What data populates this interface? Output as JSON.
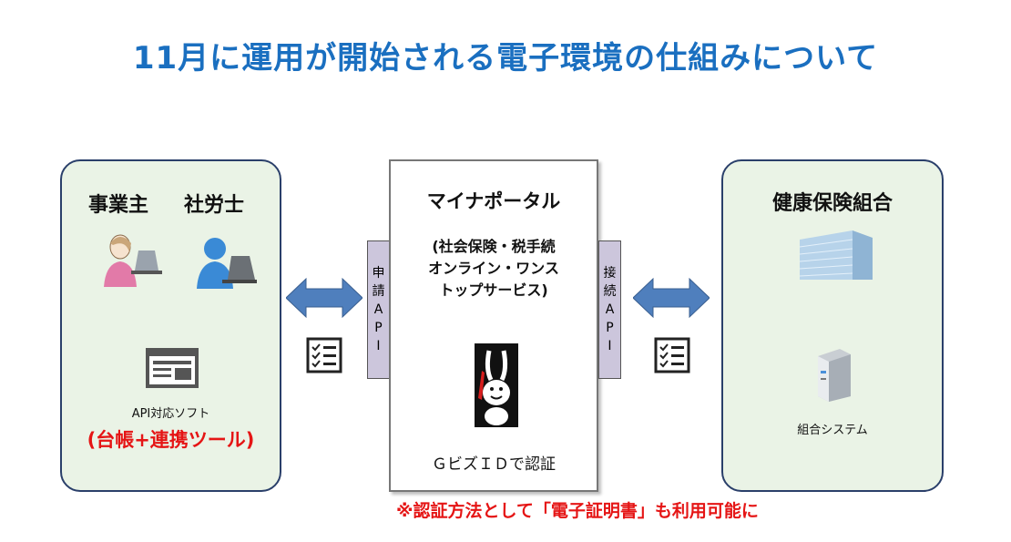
{
  "title": "11月に運用が開始される電子環境の仕組みについて",
  "left": {
    "employer": "事業主",
    "sharoushi": "社労士",
    "software_label": "API対応ソフト",
    "tool_label": "(台帳+連携ツール)"
  },
  "center": {
    "title": "マイナポータル",
    "subtitle_lines": [
      "(社会保険・税手続",
      "オンライン・ワンス",
      "トップサービス)"
    ],
    "auth": "ＧビズＩＤで認証"
  },
  "api_left": [
    "申",
    "請",
    "A",
    "P",
    "I"
  ],
  "api_right": [
    "接",
    "続",
    "A",
    "P",
    "I"
  ],
  "right": {
    "title": "健康保険組合",
    "system_label": "組合システム"
  },
  "note": "※認証方法として「電子証明書」も利用可能に",
  "colors": {
    "title": "#1a6fc0",
    "arrow": "#4f7fbd",
    "box_fill": "#eaf3e6",
    "box_border": "#2a3f6a",
    "accent_red": "#e51515",
    "api_tab": "#ccc6dc"
  },
  "icons": [
    "woman-at-laptop-icon",
    "person-at-laptop-icon",
    "software-window-icon",
    "checklist-icon",
    "office-building-icon",
    "server-icon",
    "rabbit-mascot-icon",
    "double-arrow-icon"
  ]
}
